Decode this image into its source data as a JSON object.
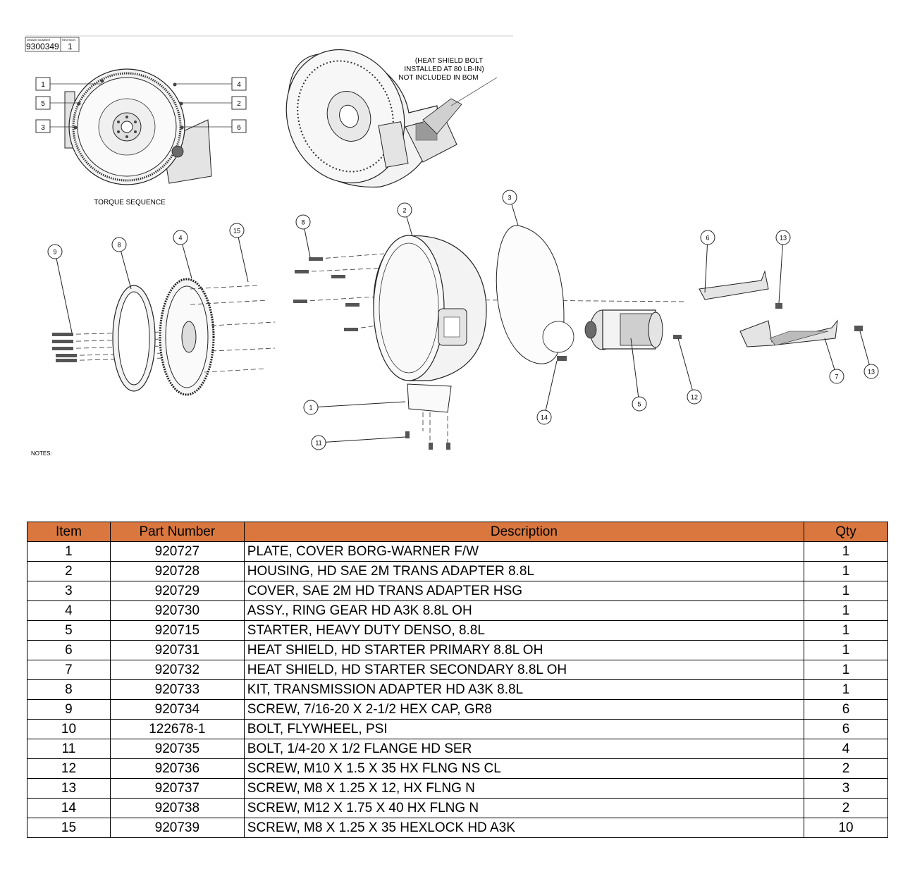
{
  "drawing": {
    "title_block": {
      "drawing_number_label": "DRAWN NUMBER",
      "revision_label": "REVISION",
      "drawing_number": "9300349",
      "revision": "1"
    },
    "torque_sequence_label": "TORQUE SEQUENCE",
    "torque_callouts": [
      "1",
      "5",
      "3",
      "4",
      "2",
      "6"
    ],
    "heat_shield_note": [
      "(HEAT SHIELD BOLT",
      "INSTALLED AT 80 LB-IN)",
      "NOT INCLUDED IN BOM"
    ],
    "notes_label": "NOTES:",
    "callouts": [
      "9",
      "8",
      "4",
      "15",
      "8",
      "2",
      "3",
      "6",
      "13",
      "13",
      "7",
      "5",
      "12",
      "14",
      "1",
      "11"
    ]
  },
  "bom": {
    "headers": {
      "item": "Item",
      "part_number": "Part Number",
      "description": "Description",
      "qty": "Qty"
    },
    "header_color": "#d9773f",
    "rows": [
      {
        "item": "1",
        "part": "920727",
        "desc": "PLATE, COVER BORG-WARNER F/W",
        "qty": "1"
      },
      {
        "item": "2",
        "part": "920728",
        "desc": "HOUSING, HD SAE 2M TRANS ADAPTER 8.8L",
        "qty": "1"
      },
      {
        "item": "3",
        "part": "920729",
        "desc": "COVER, SAE 2M HD TRANS ADAPTER HSG",
        "qty": "1"
      },
      {
        "item": "4",
        "part": "920730",
        "desc": "ASSY., RING GEAR HD A3K 8.8L OH",
        "qty": "1"
      },
      {
        "item": "5",
        "part": "920715",
        "desc": "STARTER, HEAVY DUTY DENSO, 8.8L",
        "qty": "1"
      },
      {
        "item": "6",
        "part": "920731",
        "desc": "HEAT SHIELD, HD STARTER PRIMARY 8.8L OH",
        "qty": "1"
      },
      {
        "item": "7",
        "part": "920732",
        "desc": "HEAT SHIELD, HD STARTER SECONDARY 8.8L OH",
        "qty": "1"
      },
      {
        "item": "8",
        "part": "920733",
        "desc": "KIT, TRANSMISSION ADAPTER HD A3K 8.8L",
        "qty": "1"
      },
      {
        "item": "9",
        "part": "920734",
        "desc": "SCREW, 7/16-20 X 2-1/2 HEX CAP, GR8",
        "qty": "6"
      },
      {
        "item": "10",
        "part": "122678-1",
        "desc": "BOLT, FLYWHEEL, PSI",
        "qty": "6"
      },
      {
        "item": "11",
        "part": "920735",
        "desc": "BOLT, 1/4-20 X 1/2 FLANGE HD SER",
        "qty": "4"
      },
      {
        "item": "12",
        "part": "920736",
        "desc": "SCREW, M10 X 1.5 X 35 HX FLNG NS CL",
        "qty": "2"
      },
      {
        "item": "13",
        "part": "920737",
        "desc": "SCREW, M8 X 1.25 X 12, HX FLNG N",
        "qty": "3"
      },
      {
        "item": "14",
        "part": "920738",
        "desc": "SCREW, M12 X 1.75 X 40 HX FLNG N",
        "qty": "2"
      },
      {
        "item": "15",
        "part": "920739",
        "desc": "SCREW, M8 X 1.25 X 35 HEXLOCK HD A3K",
        "qty": "10"
      }
    ]
  }
}
